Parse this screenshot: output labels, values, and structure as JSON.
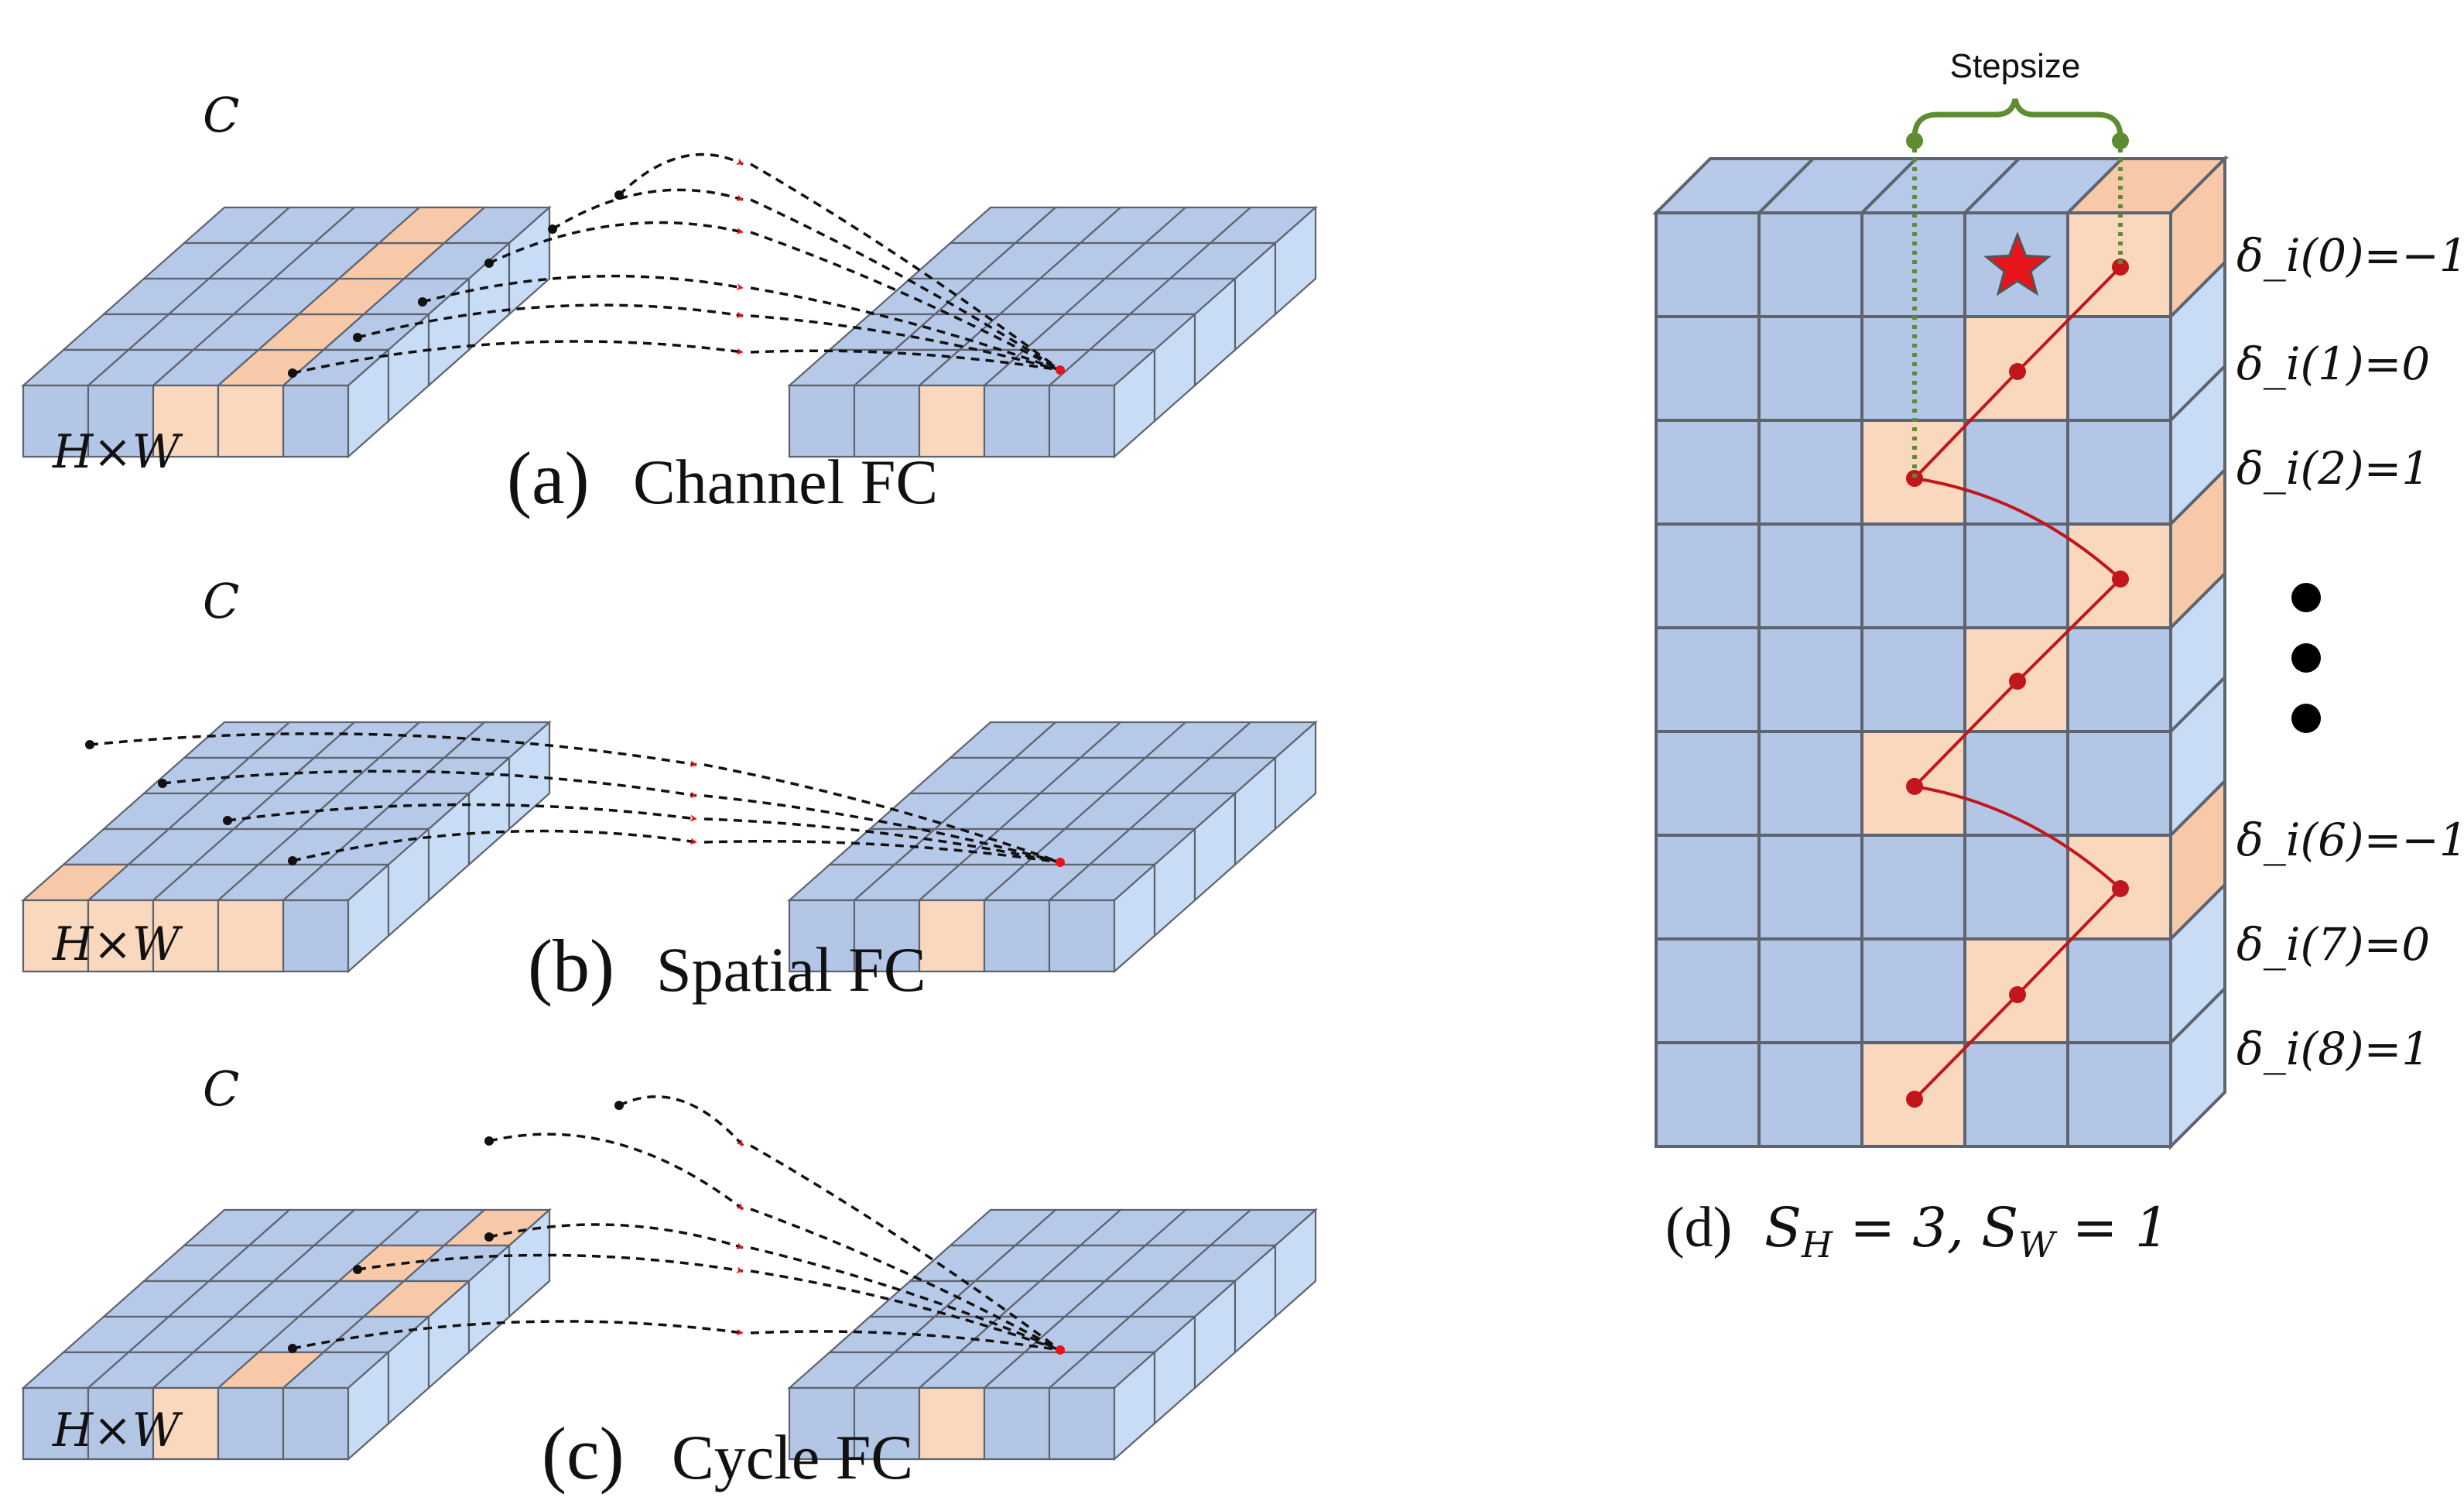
{
  "panels": [
    {
      "id": "a",
      "caption_letter": "(a)",
      "caption_text": "Channel FC",
      "label_c": "C",
      "label_hw": "H×W"
    },
    {
      "id": "b",
      "caption_letter": "(b)",
      "caption_text": "Spatial FC",
      "label_c": "C",
      "label_hw": "H×W"
    },
    {
      "id": "c",
      "caption_letter": "(c)",
      "caption_text": "Cycle FC",
      "label_c": "C",
      "label_hw": "H×W"
    }
  ],
  "panel_d": {
    "caption_letter": "(d)",
    "caption_math": "S_H = 3, S_W = 1",
    "stepsize_label": "Stepsize",
    "offsets": [
      {
        "label": "δ_i(0)=−1"
      },
      {
        "label": "δ_i(1)=0"
      },
      {
        "label": "δ_i(2)=1"
      },
      {
        "label": "δ_i(6)=−1"
      },
      {
        "label": "δ_i(7)=0"
      },
      {
        "label": "δ_i(8)=1"
      }
    ],
    "ellipsis_dots": 3
  },
  "colors": {
    "blue_top": "#b7c9e8",
    "blue_front": "#b3c6e6",
    "blue_side": "#c9dcf6",
    "orange_top": "#f7c9a9",
    "orange_front": "#fad8bd",
    "grid_line": "#5d6470",
    "arrow_head": "#e8141c",
    "connector_red": "#c0161c",
    "stepsize_green": "#5e8c31"
  }
}
